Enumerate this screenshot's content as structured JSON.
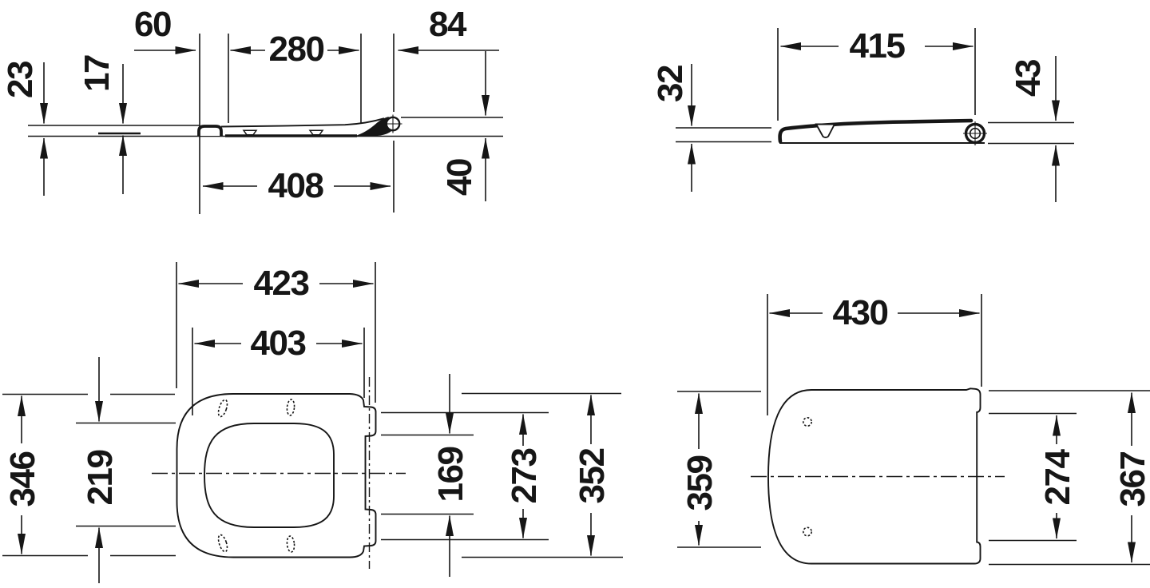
{
  "colors": {
    "line": "#161616",
    "background": "#ffffff"
  },
  "views": {
    "seat_side": {
      "dims": {
        "front_overhang": "60",
        "bumper_spacing": "280",
        "rear_overhang": "84",
        "front_height": "23",
        "profile_height": "17",
        "seat_depth": "408",
        "hinge_height": "40"
      }
    },
    "lid_side": {
      "dims": {
        "lid_depth": "415",
        "front_height": "32",
        "rear_height": "43"
      }
    },
    "seat_top": {
      "dims": {
        "outer_depth": "423",
        "inner_depth": "403",
        "outer_width": "346",
        "opening_width": "219",
        "rear_opening_width": "169",
        "hinge_cutout_span": "273",
        "rear_width": "352"
      }
    },
    "lid_top": {
      "dims": {
        "depth": "430",
        "width": "359",
        "rear_recess_width": "274",
        "overall_rear_width": "367"
      }
    }
  }
}
